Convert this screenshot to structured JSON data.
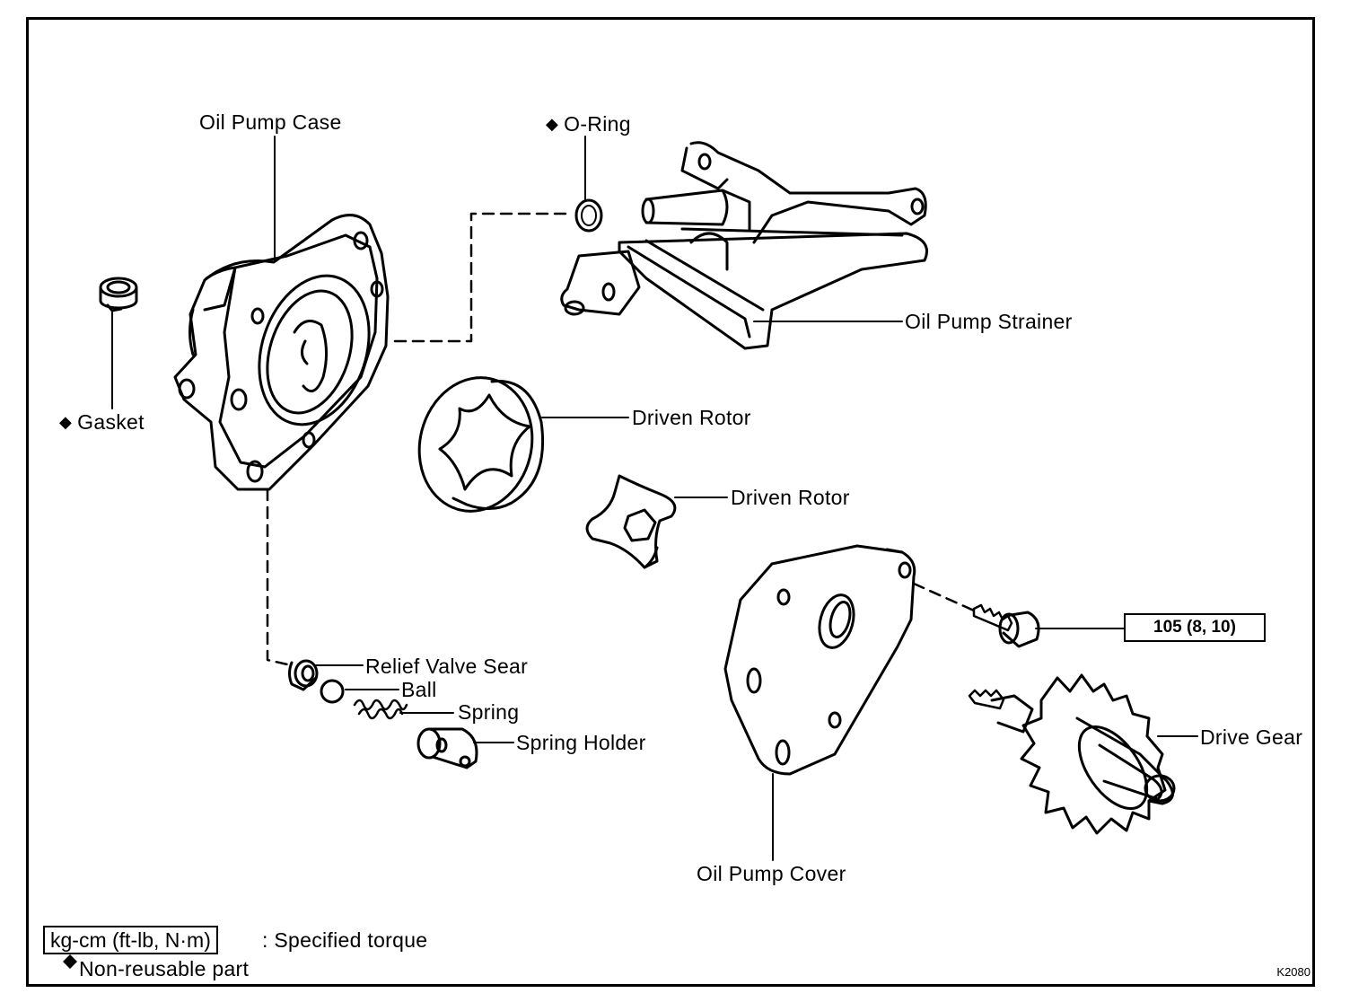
{
  "labels": {
    "oil_pump_case": "Oil Pump Case",
    "o_ring": "O-Ring",
    "gasket": "Gasket",
    "oil_pump_strainer": "Oil Pump Strainer",
    "driven_rotor_outer": "Driven Rotor",
    "driven_rotor_inner": "Driven Rotor",
    "relief_valve_seat": "Relief Valve Sear",
    "ball": "Ball",
    "spring": "Spring",
    "spring_holder": "Spring Holder",
    "oil_pump_cover": "Oil Pump Cover",
    "drive_gear": "Drive Gear"
  },
  "torque": {
    "bolt": "105 (8, 10)"
  },
  "legend": {
    "torque_units": "kg-cm (ft-lb, N·m)",
    "torque_text": ": Specified torque",
    "non_reusable": "Non-reusable part"
  },
  "figure_code": "K2080",
  "non_reusable_marker": "diamond-icon"
}
